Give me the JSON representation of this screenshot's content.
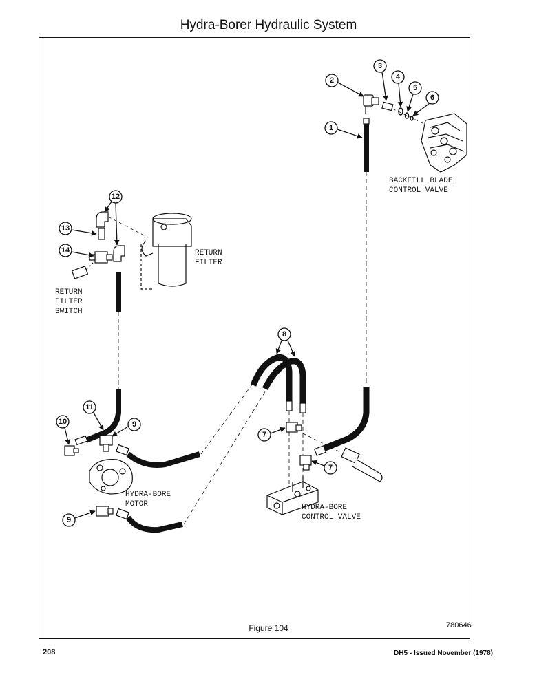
{
  "header": {
    "title": "Hydra-Borer Hydraulic System"
  },
  "labels": {
    "backfill_valve": [
      "BACKFILL BLADE",
      "CONTROL VALVE"
    ],
    "return_filter": [
      "RETURN",
      "FILTER"
    ],
    "return_filter_switch": [
      "RETURN",
      "FILTER",
      "SWITCH"
    ],
    "hydra_bore_motor": [
      "HYDRA-BORE",
      "MOTOR"
    ],
    "hydra_bore_control_valve": [
      "HYDRA-BORE",
      "CONTROL VALVE"
    ]
  },
  "callouts": [
    "1",
    "2",
    "3",
    "4",
    "5",
    "6",
    "7",
    "7",
    "8",
    "9",
    "9",
    "10",
    "11",
    "12",
    "13",
    "14"
  ],
  "footer": {
    "figure_caption": "Figure 104",
    "drawing_number": "780646",
    "page_number": "208",
    "issued": "DH5 - Issued November (1978)"
  }
}
